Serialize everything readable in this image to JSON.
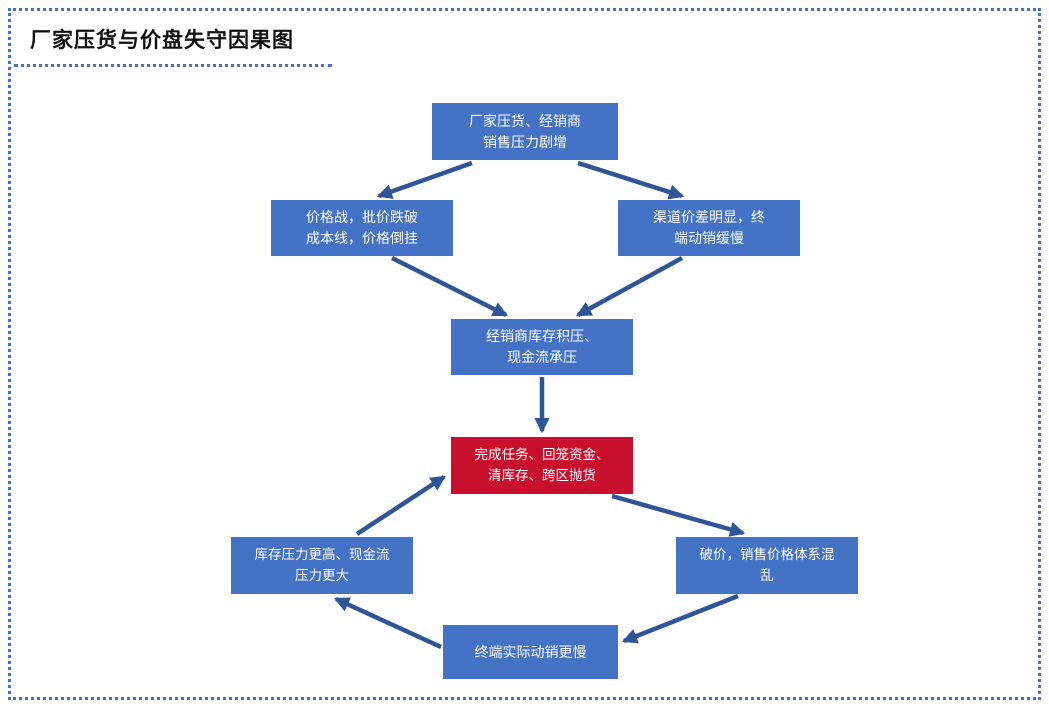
{
  "title": "厂家压货与价盘失守因果图",
  "colors": {
    "node_blue": "#4472C4",
    "node_red": "#C8102E",
    "arrow_blue": "#2F5597",
    "border_blue": "#4472C4"
  },
  "nodes": {
    "pressure_surge": {
      "label": "厂家压货、经销商\n销售压力剧增"
    },
    "price_war": {
      "label": "价格战，批价跌破\n成本线，价格倒挂"
    },
    "channel_gap": {
      "label": "渠道价差明显，终\n端动销缓慢"
    },
    "inventory_backlog": {
      "label": "经销商库存积压、\n现金流承压"
    },
    "dump_goods": {
      "label": "完成任务、回笼资金、\n清库存、跨区抛货"
    },
    "higher_pressure": {
      "label": "库存压力更高、现金流\n压力更大"
    },
    "price_break": {
      "label": "破价，销售价格体系混\n乱"
    },
    "slower_sales": {
      "label": "终端实际动销更慢"
    }
  }
}
